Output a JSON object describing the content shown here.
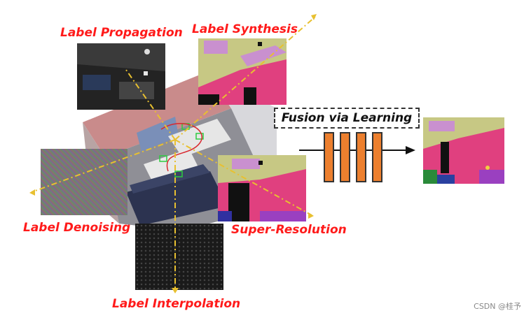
{
  "labels": {
    "propagation": "Label Propagation",
    "synthesis": "Label Synthesis",
    "denoising": "Label Denoising",
    "super_resolution": "Super-Resolution",
    "interpolation": "Label Interpolation",
    "fusion": "Fusion via Learning"
  },
  "watermark": "CSDN @桂予",
  "colors": {
    "label_red": "#ff1a1a",
    "fusion_bar": "#ec7f2e",
    "seg_magenta": "#e0407f",
    "seg_olive": "#c7c884",
    "seg_lilac": "#c990cf",
    "trajectory": "#e8c030"
  }
}
